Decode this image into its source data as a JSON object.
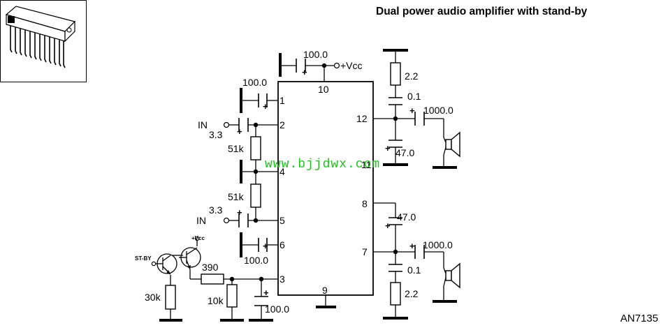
{
  "title": "Dual power audio amplifier with stand-by",
  "part_number": "AN7135",
  "watermark": "www.bjjdwx.com",
  "pins": {
    "p1": "1",
    "p2": "2",
    "p3": "3",
    "p4": "4",
    "p5": "5",
    "p6": "6",
    "p7": "7",
    "p8": "8",
    "p9": "9",
    "p10": "10",
    "p11": "11",
    "p12": "12"
  },
  "labels": {
    "vcc_top": "+Vcc",
    "vcc_small": "+Vcc",
    "standby": "ST-BY",
    "in1": "IN",
    "in2": "IN",
    "plus": "+"
  },
  "components": {
    "c_pin10": "100.0",
    "c_pin1": "100.0",
    "c_in1": "3.3",
    "r_bias1": "51k",
    "r_bias2": "51k",
    "c_in2": "3.3",
    "c_pin6": "100.0",
    "r_base": "390",
    "r_st": "30k",
    "r_pin3": "10k",
    "c_pin3": "100.0",
    "r_zobel1": "2.2",
    "c_zobel1": "0.1",
    "c_out1": "1000.0",
    "c_boot1": "47.0",
    "c_boot2": "47.0",
    "c_out2": "1000.0",
    "c_zobel2": "0.1",
    "r_zobel2": "2.2"
  }
}
